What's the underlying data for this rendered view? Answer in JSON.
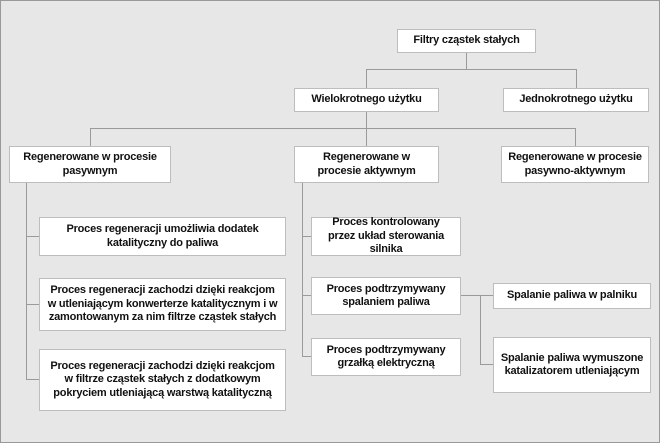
{
  "title": "Filtry cząstek stałych",
  "nodes": {
    "root": "Filtry cząstek stałych",
    "reusable": "Wielokrotnego użytku",
    "single_use": "Jednokrotnego użytku",
    "passive": "Regenerowane w procesie pasywnym",
    "active": "Regenerowane w procesie aktywnym",
    "passive_active": "Regenerowane w procesie pasywno-aktywnym",
    "passive_1": "Proces regeneracji umożliwia dodatek katalityczny do paliwa",
    "passive_2": "Proces regeneracji zachodzi dzięki reakcjom w utleniającym konwerterze katalitycznym i w zamontowanym za nim filtrze cząstek stałych",
    "passive_3": "Proces regeneracji zachodzi dzięki reakcjom w filtrze cząstek stałych z dodatkowym pokryciem utleniającą warstwą katalityczną",
    "active_1": "Proces kontrolowany przez układ sterowania silnika",
    "active_2": "Proces podtrzymywany spalaniem paliwa",
    "active_3": "Proces podtrzymywany grzałką elektryczną",
    "burner": "Spalanie paliwa w palniku",
    "catalyst": "Spalanie paliwa wymuszone katalizatorem utleniającym"
  },
  "colors": {
    "background": "#e7e7e7",
    "box_background": "#ffffff",
    "box_border": "#bdbdbd",
    "line": "#9a9a9a",
    "text": "#111111"
  }
}
